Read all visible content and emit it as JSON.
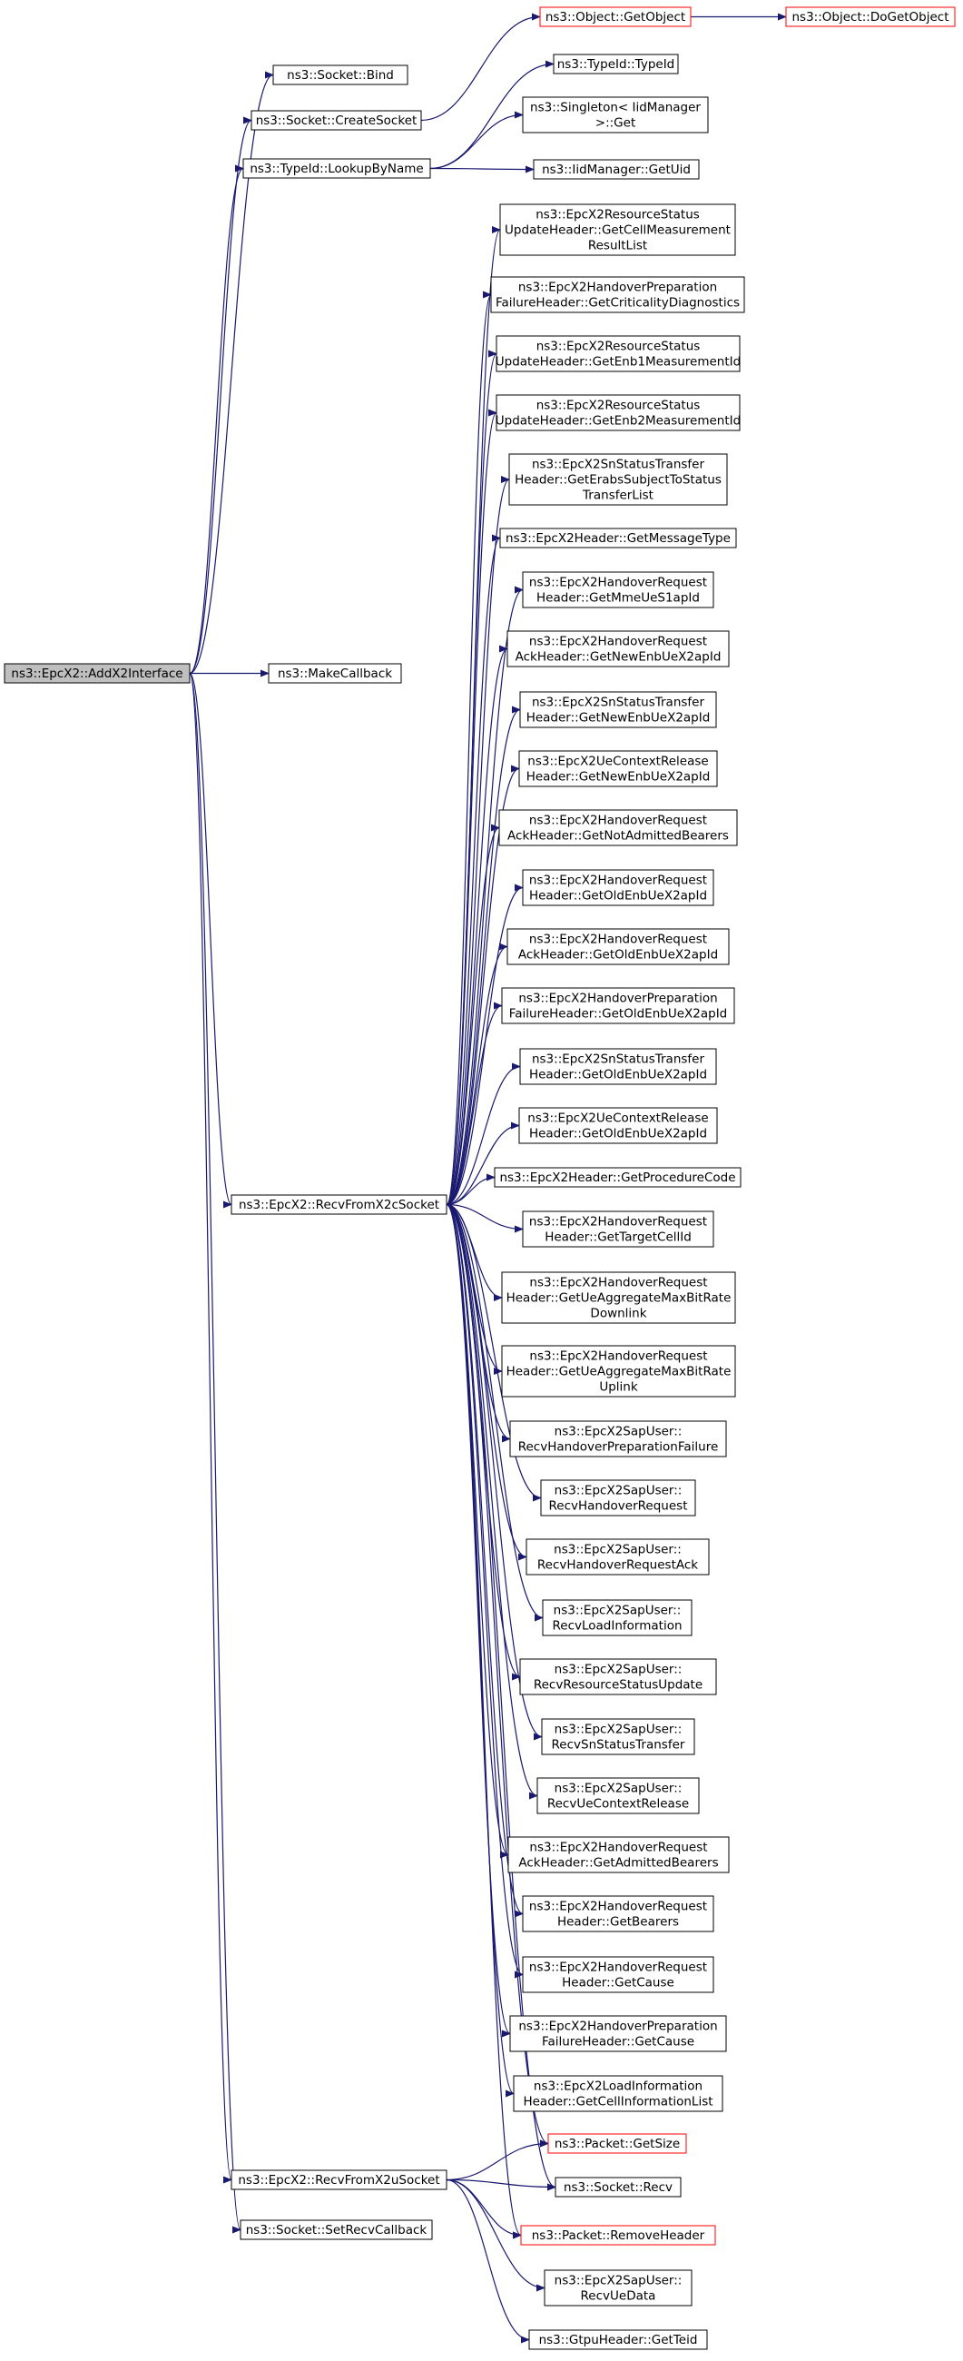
{
  "colors": {
    "edge": "#191970",
    "node_border": "#000000",
    "truncated_border": "#ff0000",
    "root_fill": "#bfbfbf",
    "node_fill": "#ffffff"
  },
  "nodes": [
    {
      "id": "root",
      "lines": [
        "ns3::EpcX2::AddX2Interface"
      ],
      "style": "root"
    },
    {
      "id": "bind",
      "lines": [
        "ns3::Socket::Bind"
      ]
    },
    {
      "id": "createsocket",
      "lines": [
        "ns3::Socket::CreateSocket"
      ]
    },
    {
      "id": "lookupbyname",
      "lines": [
        "ns3::TypeId::LookupByName"
      ]
    },
    {
      "id": "getobject",
      "lines": [
        "ns3::Object::GetObject"
      ],
      "style": "truncated"
    },
    {
      "id": "dogetobject",
      "lines": [
        "ns3::Object::DoGetObject"
      ],
      "style": "truncated"
    },
    {
      "id": "typeid",
      "lines": [
        "ns3::TypeId::TypeId"
      ]
    },
    {
      "id": "singleton",
      "lines": [
        "ns3::Singleton< IidManager",
        ">::Get"
      ]
    },
    {
      "id": "getuid",
      "lines": [
        "ns3::IidManager::GetUid"
      ]
    },
    {
      "id": "makecallback",
      "lines": [
        "ns3::MakeCallback"
      ]
    },
    {
      "id": "recvx2c",
      "lines": [
        "ns3::EpcX2::RecvFromX2cSocket"
      ]
    },
    {
      "id": "recvx2u",
      "lines": [
        "ns3::EpcX2::RecvFromX2uSocket"
      ]
    },
    {
      "id": "setrecvcb",
      "lines": [
        "ns3::Socket::SetRecvCallback"
      ]
    },
    {
      "id": "c1",
      "lines": [
        "ns3::EpcX2ResourceStatus",
        "UpdateHeader::GetCellMeasurement",
        "ResultList"
      ]
    },
    {
      "id": "c2",
      "lines": [
        "ns3::EpcX2HandoverPreparation",
        "FailureHeader::GetCriticalityDiagnostics"
      ]
    },
    {
      "id": "c3",
      "lines": [
        "ns3::EpcX2ResourceStatus",
        "UpdateHeader::GetEnb1MeasurementId"
      ]
    },
    {
      "id": "c4",
      "lines": [
        "ns3::EpcX2ResourceStatus",
        "UpdateHeader::GetEnb2MeasurementId"
      ]
    },
    {
      "id": "c5",
      "lines": [
        "ns3::EpcX2SnStatusTransfer",
        "Header::GetErabsSubjectToStatus",
        "TransferList"
      ]
    },
    {
      "id": "c6",
      "lines": [
        "ns3::EpcX2Header::GetMessageType"
      ]
    },
    {
      "id": "c7",
      "lines": [
        "ns3::EpcX2HandoverRequest",
        "Header::GetMmeUeS1apId"
      ]
    },
    {
      "id": "c8",
      "lines": [
        "ns3::EpcX2HandoverRequest",
        "AckHeader::GetNewEnbUeX2apId"
      ]
    },
    {
      "id": "c9",
      "lines": [
        "ns3::EpcX2SnStatusTransfer",
        "Header::GetNewEnbUeX2apId"
      ]
    },
    {
      "id": "c10",
      "lines": [
        "ns3::EpcX2UeContextRelease",
        "Header::GetNewEnbUeX2apId"
      ]
    },
    {
      "id": "c11",
      "lines": [
        "ns3::EpcX2HandoverRequest",
        "AckHeader::GetNotAdmittedBearers"
      ]
    },
    {
      "id": "c12",
      "lines": [
        "ns3::EpcX2HandoverRequest",
        "Header::GetOldEnbUeX2apId"
      ]
    },
    {
      "id": "c13",
      "lines": [
        "ns3::EpcX2HandoverRequest",
        "AckHeader::GetOldEnbUeX2apId"
      ]
    },
    {
      "id": "c14",
      "lines": [
        "ns3::EpcX2HandoverPreparation",
        "FailureHeader::GetOldEnbUeX2apId"
      ]
    },
    {
      "id": "c15",
      "lines": [
        "ns3::EpcX2SnStatusTransfer",
        "Header::GetOldEnbUeX2apId"
      ]
    },
    {
      "id": "c16",
      "lines": [
        "ns3::EpcX2UeContextRelease",
        "Header::GetOldEnbUeX2apId"
      ]
    },
    {
      "id": "c17",
      "lines": [
        "ns3::EpcX2Header::GetProcedureCode"
      ]
    },
    {
      "id": "c18",
      "lines": [
        "ns3::EpcX2HandoverRequest",
        "Header::GetTargetCellId"
      ]
    },
    {
      "id": "c19",
      "lines": [
        "ns3::EpcX2HandoverRequest",
        "Header::GetUeAggregateMaxBitRate",
        "Downlink"
      ]
    },
    {
      "id": "c20",
      "lines": [
        "ns3::EpcX2HandoverRequest",
        "Header::GetUeAggregateMaxBitRate",
        "Uplink"
      ]
    },
    {
      "id": "c21",
      "lines": [
        "ns3::EpcX2SapUser::",
        "RecvHandoverPreparationFailure"
      ]
    },
    {
      "id": "c22",
      "lines": [
        "ns3::EpcX2SapUser::",
        "RecvHandoverRequest"
      ]
    },
    {
      "id": "c23",
      "lines": [
        "ns3::EpcX2SapUser::",
        "RecvHandoverRequestAck"
      ]
    },
    {
      "id": "c24",
      "lines": [
        "ns3::EpcX2SapUser::",
        "RecvLoadInformation"
      ]
    },
    {
      "id": "c25",
      "lines": [
        "ns3::EpcX2SapUser::",
        "RecvResourceStatusUpdate"
      ]
    },
    {
      "id": "c26",
      "lines": [
        "ns3::EpcX2SapUser::",
        "RecvSnStatusTransfer"
      ]
    },
    {
      "id": "c27",
      "lines": [
        "ns3::EpcX2SapUser::",
        "RecvUeContextRelease"
      ]
    },
    {
      "id": "c28",
      "lines": [
        "ns3::EpcX2HandoverRequest",
        "AckHeader::GetAdmittedBearers"
      ]
    },
    {
      "id": "c29",
      "lines": [
        "ns3::EpcX2HandoverRequest",
        "Header::GetBearers"
      ]
    },
    {
      "id": "c30",
      "lines": [
        "ns3::EpcX2HandoverRequest",
        "Header::GetCause"
      ]
    },
    {
      "id": "c31",
      "lines": [
        "ns3::EpcX2HandoverPreparation",
        "FailureHeader::GetCause"
      ]
    },
    {
      "id": "c32",
      "lines": [
        "ns3::EpcX2LoadInformation",
        "Header::GetCellInformationList"
      ]
    },
    {
      "id": "getsize",
      "lines": [
        "ns3::Packet::GetSize"
      ],
      "style": "truncated"
    },
    {
      "id": "recv",
      "lines": [
        "ns3::Socket::Recv"
      ]
    },
    {
      "id": "removeheader",
      "lines": [
        "ns3::Packet::RemoveHeader"
      ],
      "style": "truncated"
    },
    {
      "id": "recvuedata",
      "lines": [
        "ns3::EpcX2SapUser::",
        "RecvUeData"
      ]
    },
    {
      "id": "getteid",
      "lines": [
        "ns3::GtpuHeader::GetTeid"
      ]
    }
  ],
  "edges": [
    [
      "root",
      "bind"
    ],
    [
      "root",
      "createsocket"
    ],
    [
      "root",
      "lookupbyname"
    ],
    [
      "root",
      "makecallback"
    ],
    [
      "root",
      "recvx2c"
    ],
    [
      "root",
      "recvx2u"
    ],
    [
      "root",
      "setrecvcb"
    ],
    [
      "createsocket",
      "getobject"
    ],
    [
      "getobject",
      "dogetobject"
    ],
    [
      "lookupbyname",
      "typeid"
    ],
    [
      "lookupbyname",
      "singleton"
    ],
    [
      "lookupbyname",
      "getuid"
    ],
    [
      "recvx2c",
      "c1"
    ],
    [
      "recvx2c",
      "c2"
    ],
    [
      "recvx2c",
      "c3"
    ],
    [
      "recvx2c",
      "c4"
    ],
    [
      "recvx2c",
      "c5"
    ],
    [
      "recvx2c",
      "c6"
    ],
    [
      "recvx2c",
      "c7"
    ],
    [
      "recvx2c",
      "c8"
    ],
    [
      "recvx2c",
      "c9"
    ],
    [
      "recvx2c",
      "c10"
    ],
    [
      "recvx2c",
      "c11"
    ],
    [
      "recvx2c",
      "c12"
    ],
    [
      "recvx2c",
      "c13"
    ],
    [
      "recvx2c",
      "c14"
    ],
    [
      "recvx2c",
      "c15"
    ],
    [
      "recvx2c",
      "c16"
    ],
    [
      "recvx2c",
      "c17"
    ],
    [
      "recvx2c",
      "c18"
    ],
    [
      "recvx2c",
      "c19"
    ],
    [
      "recvx2c",
      "c20"
    ],
    [
      "recvx2c",
      "c21"
    ],
    [
      "recvx2c",
      "c22"
    ],
    [
      "recvx2c",
      "c23"
    ],
    [
      "recvx2c",
      "c24"
    ],
    [
      "recvx2c",
      "c25"
    ],
    [
      "recvx2c",
      "c26"
    ],
    [
      "recvx2c",
      "c27"
    ],
    [
      "recvx2c",
      "c28"
    ],
    [
      "recvx2c",
      "c29"
    ],
    [
      "recvx2c",
      "c30"
    ],
    [
      "recvx2c",
      "c31"
    ],
    [
      "recvx2c",
      "c32"
    ],
    [
      "recvx2c",
      "getsize"
    ],
    [
      "recvx2c",
      "recv"
    ],
    [
      "recvx2c",
      "removeheader"
    ],
    [
      "recvx2u",
      "getsize"
    ],
    [
      "recvx2u",
      "recv"
    ],
    [
      "recvx2u",
      "removeheader"
    ],
    [
      "recvx2u",
      "recvuedata"
    ],
    [
      "recvx2u",
      "getteid"
    ]
  ]
}
